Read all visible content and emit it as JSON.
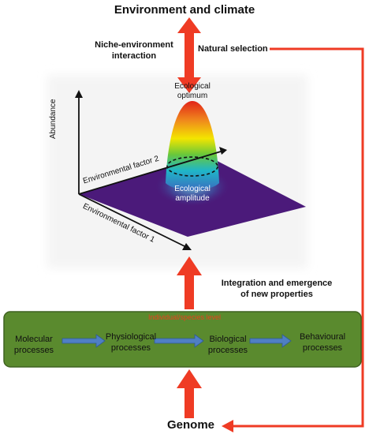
{
  "top_label": "Environment and climate",
  "bottom_label": "Genome",
  "arrows": {
    "niche_interaction": "Niche-environment interaction",
    "natural_selection": "Natural selection",
    "integration": "Integration and emergence of new properties"
  },
  "plot": {
    "peak_label": "Ecological optimum",
    "amplitude_label": "Ecological amplitude",
    "axis_abundance": "Abundance",
    "axis_factor2": "Environmental factor 2",
    "axis_factor1": "Environmental factor 1"
  },
  "level_box": {
    "title": "Individual/species level",
    "processes": [
      {
        "line1": "Molecular",
        "line2": "processes"
      },
      {
        "line1": "Physiological",
        "line2": "processes"
      },
      {
        "line1": "Biological",
        "line2": "processes"
      },
      {
        "line1": "Behavioural",
        "line2": "processes"
      }
    ]
  },
  "colors": {
    "arrow_red": "#ef3b24",
    "box_green": "#5a8a2e",
    "box_border": "#3f6220",
    "process_arrow": "#4f7fc4",
    "surface": "#4b1a7a"
  }
}
